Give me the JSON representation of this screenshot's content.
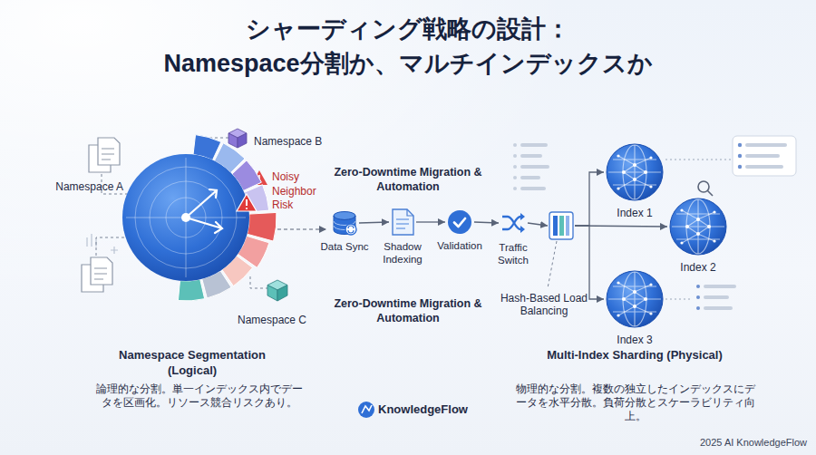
{
  "diagram": {
    "title": "シャーディング戦略の設計： Namespace分割か、マルチインデックスか",
    "nodes": [
      {
        "text": [
          "Data Sync"
        ]
      },
      {
        "text": [
          "Shadow Indexing"
        ]
      },
      {
        "text": [
          "Validation"
        ]
      },
      {
        "text": [
          "Traffic Switch"
        ]
      },
      {
        "text": [
          "Hash-Based Load Balancing"
        ]
      },
      {
        "text": [
          "Index 1"
        ]
      },
      {
        "text": [
          "Index 2"
        ]
      },
      {
        "text": [
          "Index 3"
        ]
      }
    ],
    "edges": [
      {
        "from": 0,
        "to": 1,
        "arrow": "to"
      },
      {
        "from": 1,
        "to": 2,
        "arrow": "to"
      },
      {
        "from": 2,
        "to": 3,
        "arrow": "to"
      },
      {
        "from": 3,
        "to": 4,
        "arrow": "to"
      },
      {
        "from": 4,
        "to": 5,
        "arrow": "to"
      },
      {
        "from": 4,
        "to": 6,
        "arrow": "to"
      },
      {
        "from": 4,
        "to": 7,
        "arrow": "to"
      }
    ],
    "labels": [
      "Namespace A",
      "Namespace B",
      "Noisy Neighbor Risk",
      "Namespace C",
      "Zero-Downtime Migration & Automation",
      "Zero-Downtime Migration & Automation",
      "Namespace Segmentation (Logical)",
      "論理的な分割。単一インデックス内でデータを区画化。リソース競合リスクあり。",
      "Multi-Index Sharding (Physical)",
      "物理的な分割。複数の独立したインデックスにデータを水平分散。負荷分散とスケーラビリティ向上。",
      "KnowledgeFlow",
      "2025 AI KnowledgeFlow"
    ]
  }
}
